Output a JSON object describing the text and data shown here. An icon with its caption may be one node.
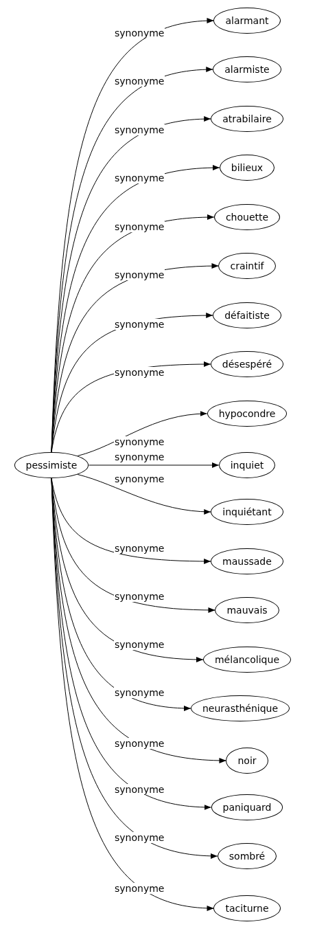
{
  "diagram": {
    "nodes": [
      {
        "text": [
          "pessimiste"
        ]
      },
      {
        "text": [
          "alarmant"
        ]
      },
      {
        "text": [
          "alarmiste"
        ]
      },
      {
        "text": [
          "atrabilaire"
        ]
      },
      {
        "text": [
          "bilieux"
        ]
      },
      {
        "text": [
          "chouette"
        ]
      },
      {
        "text": [
          "craintif"
        ]
      },
      {
        "text": [
          "défaitiste"
        ]
      },
      {
        "text": [
          "désespéré"
        ]
      },
      {
        "text": [
          "hypocondre"
        ]
      },
      {
        "text": [
          "inquiet"
        ]
      },
      {
        "text": [
          "inquiétant"
        ]
      },
      {
        "text": [
          "maussade"
        ]
      },
      {
        "text": [
          "mauvais"
        ]
      },
      {
        "text": [
          "mélancolique"
        ]
      },
      {
        "text": [
          "neurasthénique"
        ]
      },
      {
        "text": [
          "noir"
        ]
      },
      {
        "text": [
          "paniquard"
        ]
      },
      {
        "text": [
          "sombré"
        ]
      },
      {
        "text": [
          "taciturne"
        ]
      }
    ],
    "edges": [
      {
        "from": 0,
        "to": 1,
        "arrow": "to",
        "label": "synonyme"
      },
      {
        "from": 0,
        "to": 2,
        "arrow": "to",
        "label": "synonyme"
      },
      {
        "from": 0,
        "to": 3,
        "arrow": "to",
        "label": "synonyme"
      },
      {
        "from": 0,
        "to": 4,
        "arrow": "to",
        "label": "synonyme"
      },
      {
        "from": 0,
        "to": 5,
        "arrow": "to",
        "label": "synonyme"
      },
      {
        "from": 0,
        "to": 6,
        "arrow": "to",
        "label": "synonyme"
      },
      {
        "from": 0,
        "to": 7,
        "arrow": "to",
        "label": "synonyme"
      },
      {
        "from": 0,
        "to": 8,
        "arrow": "to",
        "label": "synonyme"
      },
      {
        "from": 0,
        "to": 9,
        "arrow": "to",
        "label": "synonyme"
      },
      {
        "from": 0,
        "to": 10,
        "arrow": "to",
        "label": "synonyme"
      },
      {
        "from": 0,
        "to": 11,
        "arrow": "to",
        "label": "synonyme"
      },
      {
        "from": 0,
        "to": 12,
        "arrow": "to",
        "label": "synonyme"
      },
      {
        "from": 0,
        "to": 13,
        "arrow": "to",
        "label": "synonyme"
      },
      {
        "from": 0,
        "to": 14,
        "arrow": "to",
        "label": "synonyme"
      },
      {
        "from": 0,
        "to": 15,
        "arrow": "to",
        "label": "synonyme"
      },
      {
        "from": 0,
        "to": 16,
        "arrow": "to",
        "label": "synonyme"
      },
      {
        "from": 0,
        "to": 17,
        "arrow": "to",
        "label": "synonyme"
      },
      {
        "from": 0,
        "to": 18,
        "arrow": "to",
        "label": "synonyme"
      },
      {
        "from": 0,
        "to": 19,
        "arrow": "to",
        "label": "synonyme"
      }
    ]
  }
}
